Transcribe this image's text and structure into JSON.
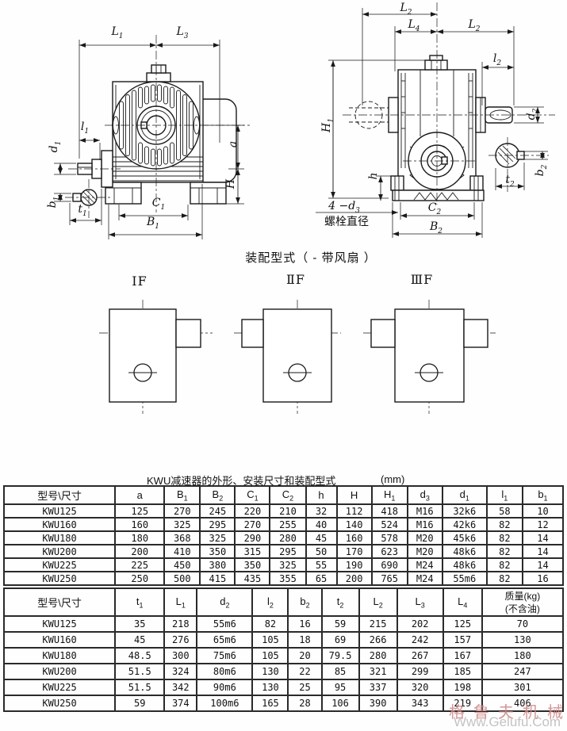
{
  "caption": {
    "text": "KWU减速器的外形、安装尺寸和装配型式",
    "unit": "(mm)"
  },
  "assembly": {
    "heading": "装配型式（ - 带风扇 ）",
    "types": [
      "ⅠF",
      "ⅡF",
      "ⅢF"
    ]
  },
  "dims": {
    "front": {
      "L1": "L_1",
      "L3": "L_3",
      "l1": "l_1",
      "d1": "d_1",
      "b1": "b_1",
      "t1": "t_1",
      "a": "a",
      "H": "H",
      "C1": "C_1",
      "B1": "B_1"
    },
    "side": {
      "L2": "L_2",
      "L4": "L_4",
      "L2b": "L_2",
      "l2": "l_2",
      "H1": "H_1",
      "d2": "d_2",
      "h": "h",
      "C2": "C_2",
      "B2": "B_2",
      "b2": "b_2",
      "t2": "t_2",
      "bolt": "4 −d_3",
      "bolt_caption": "螺栓直径"
    }
  },
  "table1": {
    "headers": [
      "型号\\尺寸",
      "a",
      "B_1",
      "B_2",
      "C_1",
      "C_2",
      "h",
      "H",
      "H_1",
      "d_3",
      "d_1",
      "l_1",
      "b_1"
    ],
    "rows": [
      [
        "KWU125",
        "125",
        "270",
        "245",
        "220",
        "210",
        "32",
        "112",
        "418",
        "M16",
        "32k6",
        "58",
        "10"
      ],
      [
        "KWU160",
        "160",
        "325",
        "295",
        "270",
        "255",
        "40",
        "140",
        "524",
        "M16",
        "42k6",
        "82",
        "12"
      ],
      [
        "KWU180",
        "180",
        "368",
        "325",
        "290",
        "280",
        "45",
        "160",
        "578",
        "M20",
        "45k6",
        "82",
        "14"
      ],
      [
        "KWU200",
        "200",
        "410",
        "350",
        "315",
        "295",
        "50",
        "170",
        "623",
        "M20",
        "48k6",
        "82",
        "14"
      ],
      [
        "KWU225",
        "225",
        "450",
        "380",
        "350",
        "325",
        "55",
        "190",
        "690",
        "M24",
        "48k6",
        "82",
        "14"
      ],
      [
        "KWU250",
        "250",
        "500",
        "415",
        "435",
        "355",
        "65",
        "200",
        "765",
        "M24",
        "55m6",
        "82",
        "16"
      ]
    ]
  },
  "table2": {
    "headers": [
      "型号\\尺寸",
      "t_1",
      "L_1",
      "d_2",
      "l_2",
      "b_2",
      "t_2",
      "L_2",
      "L_3",
      "L_4",
      "质量(kg)\n(不含油)"
    ],
    "rows": [
      [
        "KWU125",
        "35",
        "218",
        "55m6",
        "82",
        "16",
        "59",
        "215",
        "202",
        "125",
        "70"
      ],
      [
        "KWU160",
        "45",
        "276",
        "65m6",
        "105",
        "18",
        "69",
        "266",
        "242",
        "157",
        "130"
      ],
      [
        "KWU180",
        "48.5",
        "300",
        "75m6",
        "105",
        "20",
        "79.5",
        "280",
        "267",
        "167",
        "180"
      ],
      [
        "KWU200",
        "51.5",
        "324",
        "80m6",
        "130",
        "22",
        "85",
        "321",
        "299",
        "185",
        "247"
      ],
      [
        "KWU225",
        "51.5",
        "342",
        "90m6",
        "130",
        "25",
        "95",
        "337",
        "320",
        "198",
        "301"
      ],
      [
        "KWU250",
        "59",
        "374",
        "100m6",
        "165",
        "28",
        "106",
        "390",
        "343",
        "219",
        "406"
      ]
    ]
  },
  "watermark": {
    "brand": "格鲁夫机械",
    "url": "Www.Gelufu.Com"
  }
}
